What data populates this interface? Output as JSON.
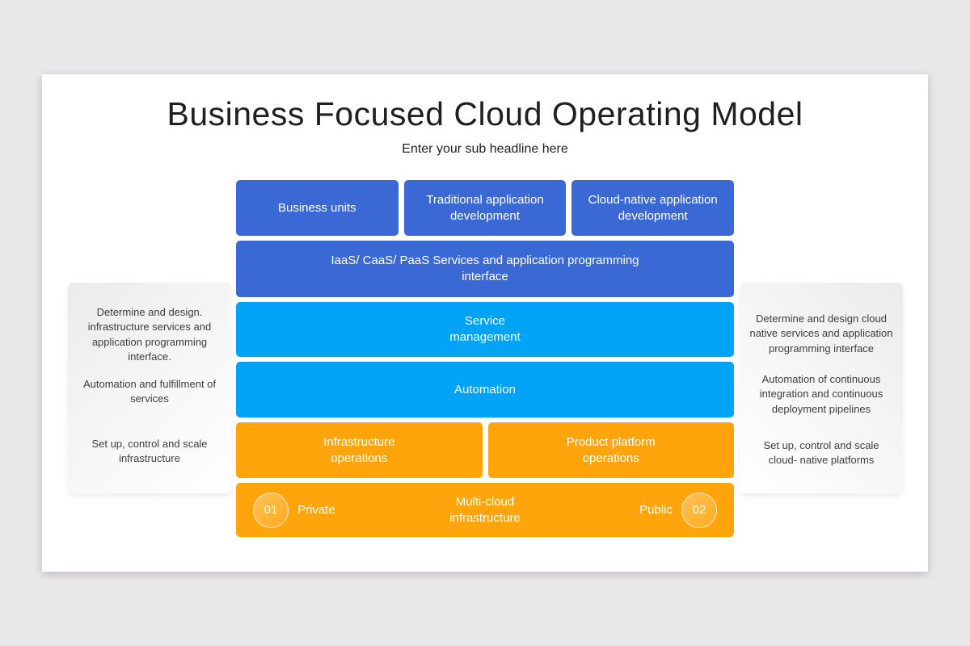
{
  "header": {
    "title": "Business Focused Cloud Operating Model",
    "subtitle": "Enter your sub headline here"
  },
  "colors": {
    "page_bg": "#e8e7e9",
    "card_bg": "#ffffff",
    "royal_blue": "#3a68d4",
    "light_blue": "#00a3f5",
    "orange": "#ffa40a"
  },
  "stack": {
    "row1": [
      "Business units",
      "Traditional application\ndevelopment",
      "Cloud-native application\ndevelopment"
    ],
    "row2": "IaaS/ CaaS/ PaaS Services and application programming\ninterface",
    "row3": "Service\nmanagement",
    "row4": "Automation",
    "row5": [
      "Infrastructure\noperations",
      "Product platform\noperations"
    ],
    "row6": {
      "left_badge": "01",
      "left_label": "Private",
      "center": "Multi-cloud\ninfrastructure",
      "right_label": "Public",
      "right_badge": "02"
    }
  },
  "left_panel": {
    "items": [
      "Determine and design. infrastructure services and application programming interface.",
      "Automation and fulfillment of services",
      "Set up, control and scale infrastructure"
    ]
  },
  "right_panel": {
    "items": [
      "Determine and design cloud native services and application programming interface",
      "Automation of continuous integration and continuous deployment pipelines",
      "Set up, control and scale cloud- native platforms"
    ]
  }
}
